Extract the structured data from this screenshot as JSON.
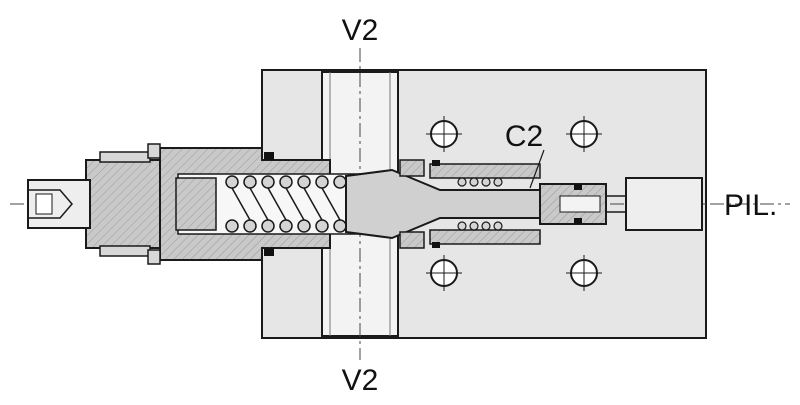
{
  "labels": {
    "top_port": "V2",
    "bottom_port": "V2",
    "pilot_port": "PIL.",
    "callout": "C2"
  },
  "colors": {
    "body": "#e6e6e6",
    "section": "#c9c9c9",
    "outline": "#1a1a1a",
    "centerline": "#444444",
    "background": "#ffffff"
  }
}
